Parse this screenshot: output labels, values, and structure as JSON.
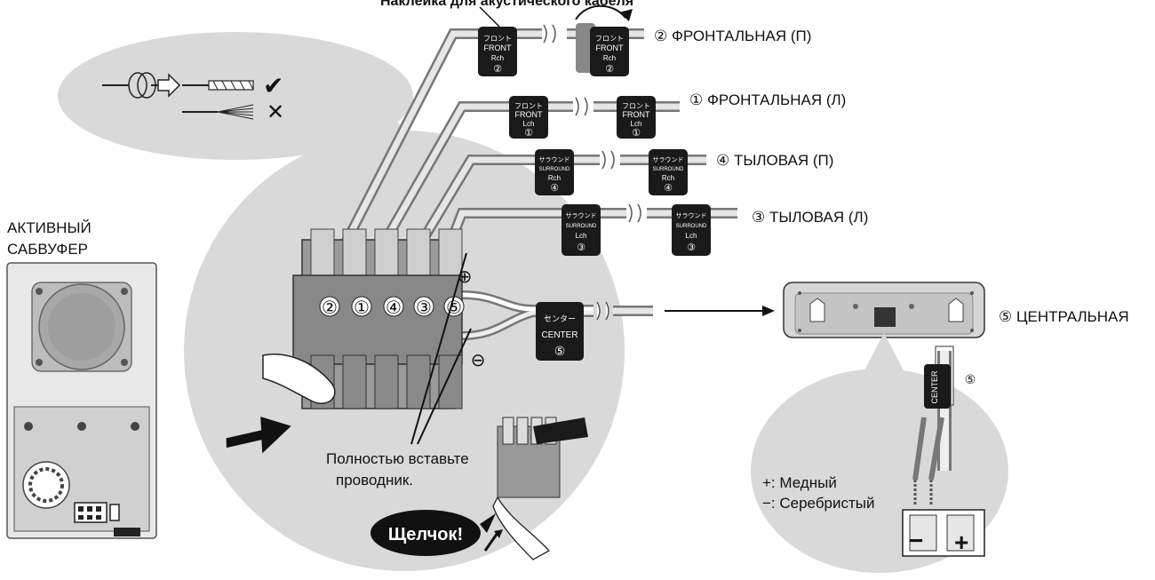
{
  "title": "Наклейка для акустического кабеля",
  "subwoofer": {
    "line1": "АКТИВНЫЙ",
    "line2": "САБВУФЕР"
  },
  "wire_labels": {
    "front_r": "② ФРОНТАЛЬНАЯ (П)",
    "front_l": "① ФРОНТАЛЬНАЯ (Л)",
    "surround_r": "④ ТЫЛОВАЯ (П)",
    "surround_l": "③ ТЫЛОВАЯ (Л)",
    "center": "⑤ ЦЕНТРАЛЬНАЯ"
  },
  "tags": {
    "front_r": {
      "jp": "フロント",
      "en": "FRONT",
      "ch": "Rch",
      "num": "②"
    },
    "front_l": {
      "jp": "フロント",
      "en": "FRONT",
      "ch": "Lch",
      "num": "①"
    },
    "surround_r": {
      "jp": "サラウンド",
      "en": "SURROUND",
      "ch": "Rch",
      "num": "④"
    },
    "surround_l": {
      "jp": "サラウンド",
      "en": "SURROUND",
      "ch": "Lch",
      "num": "③"
    },
    "center": {
      "jp": "センター",
      "en": "CENTER",
      "num": "⑤"
    }
  },
  "terminal_numbers": [
    "②",
    "①",
    "④",
    "③",
    "⑤"
  ],
  "polarity": {
    "plus": "⊕",
    "minus": "⊖"
  },
  "instruction": {
    "line1": "Полностью вставьте",
    "line2": "проводник."
  },
  "click_text": "Щелчок!",
  "legend": {
    "plus": "+: Медный",
    "minus": "−: Серебристый"
  },
  "marks": {
    "ok": "✔",
    "bad": "✕"
  },
  "terminal_signs": {
    "minus": "−",
    "plus": "+"
  }
}
